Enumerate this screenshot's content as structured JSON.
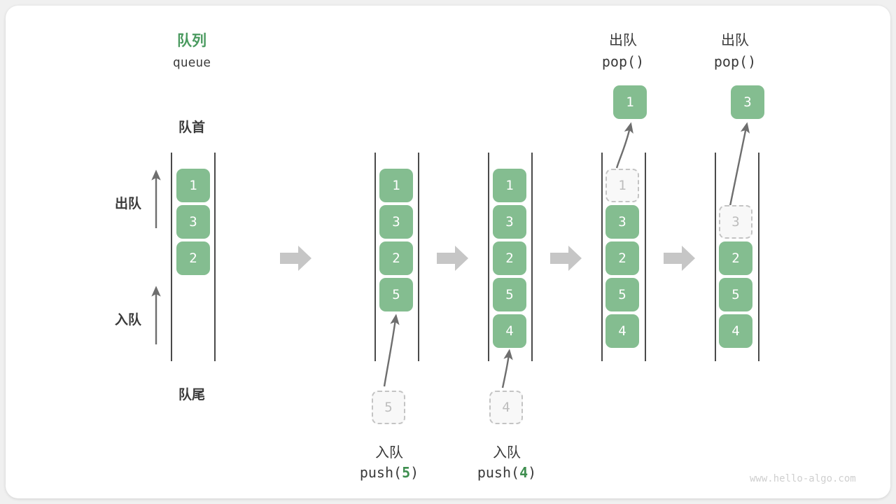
{
  "diagram": {
    "title_cn": "队列",
    "title_en": "queue",
    "front_label": "队首",
    "rear_label": "队尾",
    "dequeue_label": "出队",
    "enqueue_label": "入队",
    "watermark": "www.hello-algo.com",
    "accent_green": "#84bd90",
    "title_green": "#4a9a5f",
    "ghost_gray": "#c4c4c4",
    "rail_gray": "#4a4a4a",
    "step_arrow_gray": "#c6c6c6"
  },
  "steps": [
    {
      "id": "initial",
      "cells": [
        "1",
        "3",
        "2"
      ],
      "ghost_index": -1,
      "incoming": null,
      "popped": null,
      "op_cn": "",
      "op_code": "",
      "op_arg": ""
    },
    {
      "id": "push-5",
      "cells": [
        "1",
        "3",
        "2",
        "5"
      ],
      "ghost_index": -1,
      "incoming": "5",
      "popped": null,
      "op_cn": "入队",
      "op_code_prefix": "push(",
      "op_arg": "5",
      "op_code_suffix": ")"
    },
    {
      "id": "push-4",
      "cells": [
        "1",
        "3",
        "2",
        "5",
        "4"
      ],
      "ghost_index": -1,
      "incoming": "4",
      "popped": null,
      "op_cn": "入队",
      "op_code_prefix": "push(",
      "op_arg": "4",
      "op_code_suffix": ")"
    },
    {
      "id": "pop-1",
      "cells": [
        "1",
        "3",
        "2",
        "5",
        "4"
      ],
      "ghost_index": 0,
      "incoming": null,
      "popped": "1",
      "op_cn": "出队",
      "op_code_prefix": "pop(",
      "op_arg": "",
      "op_code_suffix": ")"
    },
    {
      "id": "pop-3",
      "cells": [
        "3",
        "2",
        "5",
        "4"
      ],
      "ghost_index": 0,
      "incoming": null,
      "popped": "3",
      "op_cn": "出队",
      "op_code_prefix": "pop(",
      "op_arg": "",
      "op_code_suffix": ")"
    }
  ]
}
